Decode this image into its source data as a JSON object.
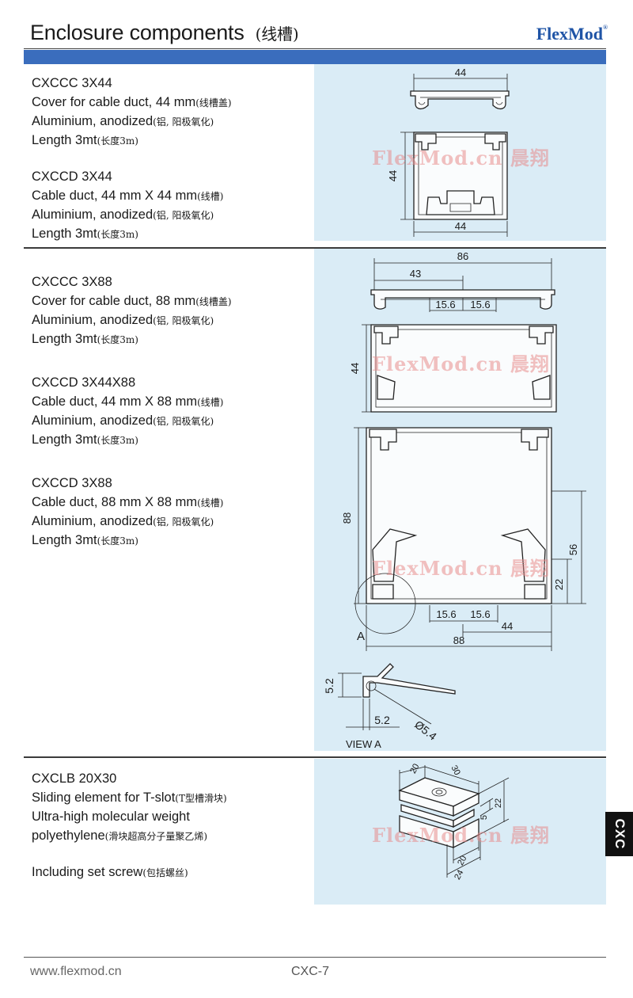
{
  "header": {
    "title": "Enclosure components",
    "title_cn": "(线槽)",
    "brand": "FlexMod",
    "brand_mark": "®"
  },
  "watermark": "FlexMod.cn 晨翔",
  "sections": [
    {
      "blocks": [
        {
          "lines": [
            {
              "en": "CXCCC 3X44",
              "zh": ""
            },
            {
              "en": "Cover for cable duct, 44 mm",
              "zh": "(线槽盖)"
            },
            {
              "en": "Aluminium, anodized",
              "zh": "(铝, 阳极氧化)"
            },
            {
              "en": "Length 3mt",
              "zh": "(长度3m)"
            }
          ]
        },
        {
          "lines": [
            {
              "en": "CXCCD 3X44",
              "zh": ""
            },
            {
              "en": "Cable duct, 44 mm X 44 mm",
              "zh": "(线槽)"
            },
            {
              "en": "Aluminium, anodized",
              "zh": "(铝, 阳极氧化)"
            },
            {
              "en": "Length 3mt",
              "zh": "(长度3m)"
            }
          ]
        }
      ]
    },
    {
      "blocks": [
        {
          "lines": [
            {
              "en": "CXCCC 3X88",
              "zh": ""
            },
            {
              "en": "Cover for cable duct, 88 mm",
              "zh": "(线槽盖)"
            },
            {
              "en": "Aluminium, anodized",
              "zh": "(铝, 阳极氧化)"
            },
            {
              "en": "Length 3mt",
              "zh": "(长度3m)"
            }
          ]
        },
        {
          "lines": [
            {
              "en": "CXCCD 3X44X88",
              "zh": ""
            },
            {
              "en": "Cable duct, 44 mm X 88 mm",
              "zh": "(线槽)"
            },
            {
              "en": "Aluminium, anodized",
              "zh": "(铝, 阳极氧化)"
            },
            {
              "en": "Length 3mt",
              "zh": "(长度3m)"
            }
          ]
        },
        {
          "lines": [
            {
              "en": "CXCCD 3X88",
              "zh": ""
            },
            {
              "en": "Cable duct, 88 mm X 88 mm",
              "zh": "(线槽)"
            },
            {
              "en": "Aluminium, anodized",
              "zh": "(铝, 阳极氧化)"
            },
            {
              "en": "Length 3mt",
              "zh": "(长度3m)"
            }
          ]
        }
      ]
    },
    {
      "blocks": [
        {
          "lines": [
            {
              "en": "CXCLB 20X30",
              "zh": ""
            },
            {
              "en": "Sliding element for T-slot",
              "zh": "(T型槽滑块)"
            },
            {
              "en": "Ultra-high molecular weight",
              "zh": ""
            },
            {
              "en": "polyethylene",
              "zh": "(滑块超高分子量聚乙烯)"
            }
          ]
        },
        {
          "lines": [
            {
              "en": "Including set screw",
              "zh": "(包括螺丝)"
            }
          ]
        }
      ]
    }
  ],
  "drawings": {
    "d1": {
      "cover_width": "44",
      "duct_height": "44",
      "duct_width": "44"
    },
    "d2": {
      "cover_width": "86",
      "cover_half": "43",
      "slot_a": "15.6",
      "slot_b": "15.6",
      "duct_height": "44",
      "duct88_height": "88",
      "side_a": "56",
      "side_b": "22",
      "bottom_slot_a": "15.6",
      "bottom_slot_b": "15.6",
      "half_width": "44",
      "full_width": "88",
      "detail_label": "A",
      "detail_h": "5.2",
      "detail_w": "5.2",
      "detail_dia": "Ø5.4",
      "view_label": "VIEW A"
    },
    "d3": {
      "w20": "20",
      "w30": "30",
      "h5": "5",
      "h22": "22",
      "b20": "20",
      "b24": "24"
    }
  },
  "side_tab": "CXC",
  "footer": {
    "url": "www.flexmod.cn",
    "page": "CXC-7"
  }
}
